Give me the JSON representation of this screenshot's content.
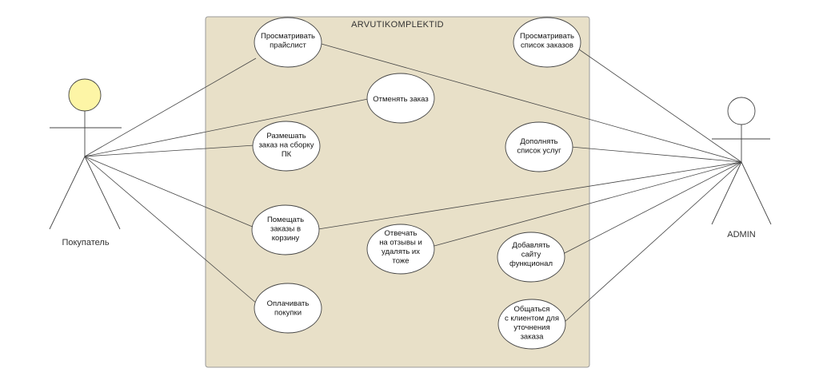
{
  "system": {
    "title": "ARVUTIKOMPLEKTID"
  },
  "actors": {
    "customer": {
      "label": "Покупатель",
      "head_color": "#fdf5a6"
    },
    "admin": {
      "label": "ADMIN",
      "head_color": "#ffffff"
    }
  },
  "use_cases": {
    "view_pricelist": [
      "Просматривать",
      "прайслист"
    ],
    "view_orders": [
      "Просматривать",
      "список заказов"
    ],
    "cancel_order": [
      "Отменять заказ"
    ],
    "place_build_order": [
      "Размешать",
      "заказ на сборку",
      "ПК"
    ],
    "extend_services": [
      "Дополнять",
      "список услуг"
    ],
    "add_to_cart": [
      "Помещать",
      "заказы в",
      "корзину"
    ],
    "reply_reviews": [
      "Отвечать",
      "на отзывы и",
      "удалять их",
      "тоже"
    ],
    "add_functionality": [
      "Добавлять",
      "сайту",
      "функционал"
    ],
    "pay_orders": [
      "Оплачивать",
      "покупки"
    ],
    "chat_client": [
      "Общаться",
      "с клиентом для",
      "уточнения",
      "заказа"
    ]
  },
  "colors": {
    "system_fill": "#e8e0c8",
    "system_stroke": "#9a9a9a",
    "line": "#444444"
  }
}
